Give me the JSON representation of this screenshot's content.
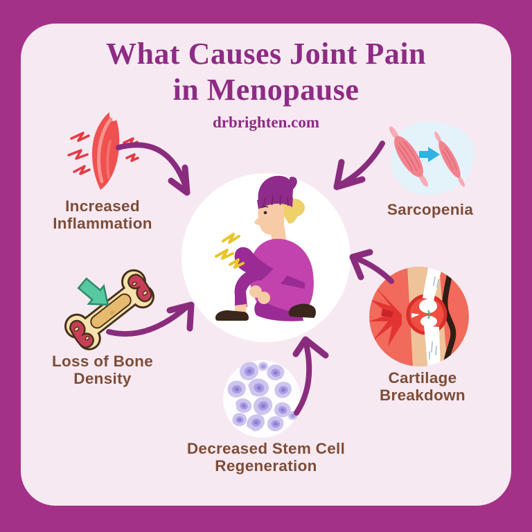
{
  "header": {
    "title_line1": "What Causes Joint Pain",
    "title_line2": "in Menopause",
    "website": "drbrighten.com"
  },
  "center": {
    "illustration": "woman-crouching-holding-painful-knee"
  },
  "causes": [
    {
      "name": "increased-inflammation",
      "icon": "inflamed-muscle-icon",
      "lines": [
        "Increased",
        "Inflammation"
      ]
    },
    {
      "name": "sarcopenia",
      "icon": "shrinking-muscle-icon",
      "lines": [
        "Sarcopenia"
      ]
    },
    {
      "name": "loss-of-bone-density",
      "icon": "bone-cross-section-icon",
      "lines": [
        "Loss of Bone",
        "Density"
      ]
    },
    {
      "name": "decreased-stem-cell-regeneration",
      "icon": "stem-cells-icon",
      "lines": [
        "Decreased Stem Cell",
        "Regeneration"
      ]
    },
    {
      "name": "cartilage-breakdown",
      "icon": "knee-joint-icon",
      "lines": [
        "Cartilage",
        "Breakdown"
      ]
    }
  ],
  "colors": {
    "background": "#a43188",
    "card": "#f7e9f1",
    "title": "#8e2b85",
    "label": "#7d4d38",
    "arrow": "#8a2c7d",
    "center_circle": "#ffffff",
    "inflammation_red": "#ee4b4b",
    "pain_zigzag_red": "#e23a44",
    "muscle_pink": "#f2838e",
    "sarcopenia_blob_blue": "#e4f2fa",
    "sarcopenia_arrow_blue": "#2fb2e4",
    "bone_cream": "#f7e2ad",
    "bone_marrow_red": "#c73f56",
    "bone_arrow_teal": "#57c9a1",
    "stem_cell_lavender": "#cdc5ee",
    "stem_nucleus_purple": "#a99ce3",
    "cartilage_salmon": "#f16a5b",
    "cartilage_flash_red": "#e23531",
    "pain_yellow": "#e9c428",
    "outfit_magenta": "#c243ae",
    "outfit_purple": "#9b2b94"
  }
}
